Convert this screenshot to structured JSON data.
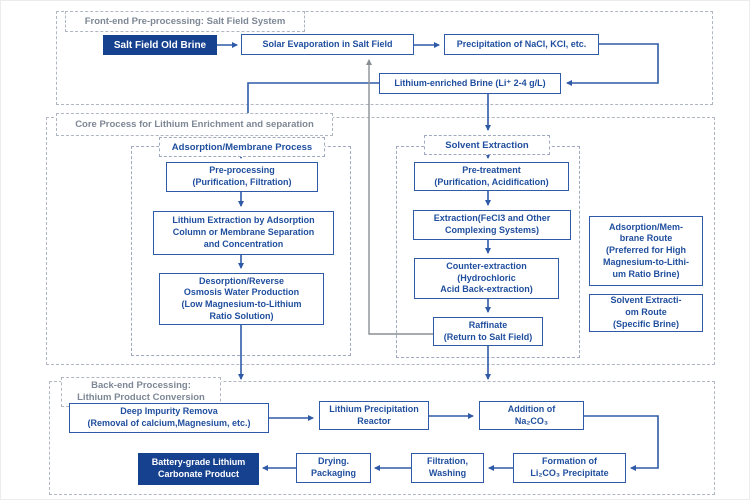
{
  "sections": {
    "front_end": "Front-end Pre-processing: Salt Field System",
    "core": "Core Process for Lithium Enrichment and separation",
    "back_end": "Back-end Processing:\nLithium Product Conversion"
  },
  "columns": {
    "adsorption": "Adsorption/Membrane Process",
    "solvent": "Solvent Extraction"
  },
  "nodes": {
    "salt_field_old_brine": "Salt Field Old Brine",
    "solar_evaporation": "Solar Evaporation in Salt Field",
    "precipitation_nacl": "Precipitation of NaCl, KCl, etc.",
    "lithium_enriched_brine": "Lithium-enriched Brine (Li⁺ 2-4 g/L)",
    "pre_processing": "Pre-processing\n(Purification, Filtration)",
    "lithium_extraction": "Lithium Extraction by Adsorption\nColumn or Membrane Separation\nand Concentration",
    "desorption": "Desorption/Reverse\nOsmosis Water Production\n(Low Magnesium-to-Lithium\nRatio Solution)",
    "pre_treatment": "Pre-treatment\n(Purification, Acidification)",
    "extraction_fecl3": "Extraction(FeCl3 and Other\nComplexing Systems)",
    "counter_extraction": "Counter-extraction\n(Hydrochloric\nAcid Back-extraction)",
    "raffinate": "Raffinate\n(Return to Salt Field)",
    "adsorption_route_note": "Adsorption/Mem-\nbrane Route\n(Preferred for High\nMagnesium-to-Lithi-\num Ratio Brine)",
    "solvent_route_note": "Solvent Extracti-\nom Route\n(Specific Brine)",
    "deep_impurity_removal": "Deep Impurity Remova\n(Removal of calcium,Magnesium, etc.)",
    "lithium_precipitation_reactor": "Lithium Precipitation\nReactor",
    "addition_na2co3": "Addition of\nNa₂CO₃",
    "formation_li2co3": "Formation of\nLi₂CO₃ Precipitate",
    "filtration_washing": "Filtration,\nWashing",
    "drying_packaging": "Drying.\nPackaging",
    "battery_grade_product": "Battery-grade Lithium\nCarbonate Product"
  },
  "colors": {
    "accent_blue": "#1f4e9e",
    "box_border": "#2f5aa8",
    "filled_navy": "#16418f",
    "section_dash": "#b0b7c1",
    "return_line_gray": "#8a8f94"
  }
}
